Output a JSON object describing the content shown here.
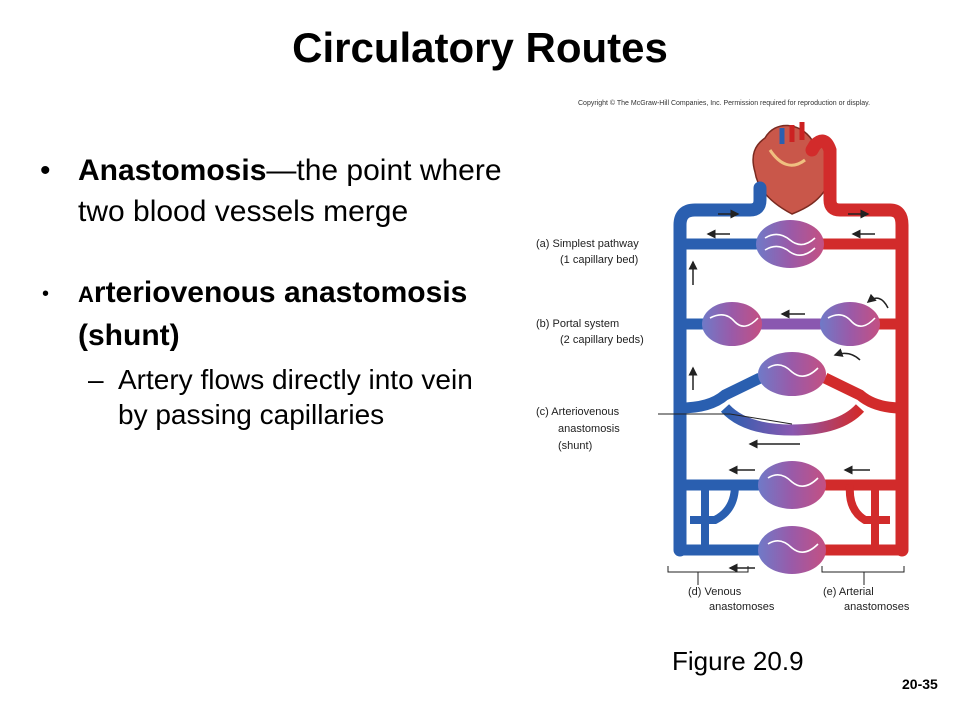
{
  "slide": {
    "title": "Circulatory Routes",
    "copyright": "Copyright © The McGraw-Hill Companies, Inc. Permission required for reproduction or display.",
    "figure_label": "Figure 20.9",
    "page_number": "20-35"
  },
  "bullets": {
    "b1_bold": "Anastomosis",
    "b1_rest": "—the point where two blood vessels merge",
    "b2_small": "A",
    "b2_bold": "rteriovenous anastomosis (shunt)",
    "b2_sub": "Artery flows directly into vein by passing capillaries"
  },
  "diagram": {
    "labels": {
      "a1": "(a)  Simplest pathway",
      "a2": "(1 capillary bed)",
      "b1": "(b)  Portal system",
      "b2": "(2 capillary beds)",
      "c1": "(c)  Arteriovenous",
      "c2": "anastomosis",
      "c3": "(shunt)",
      "d1": "(d)  Venous",
      "d2": "anastomoses",
      "e1": "(e)  Arterial",
      "e2": "anastomoses"
    },
    "colors": {
      "vein": "#2a5fb0",
      "artery": "#d22b2b",
      "capillary": "#8a58b0"
    }
  }
}
